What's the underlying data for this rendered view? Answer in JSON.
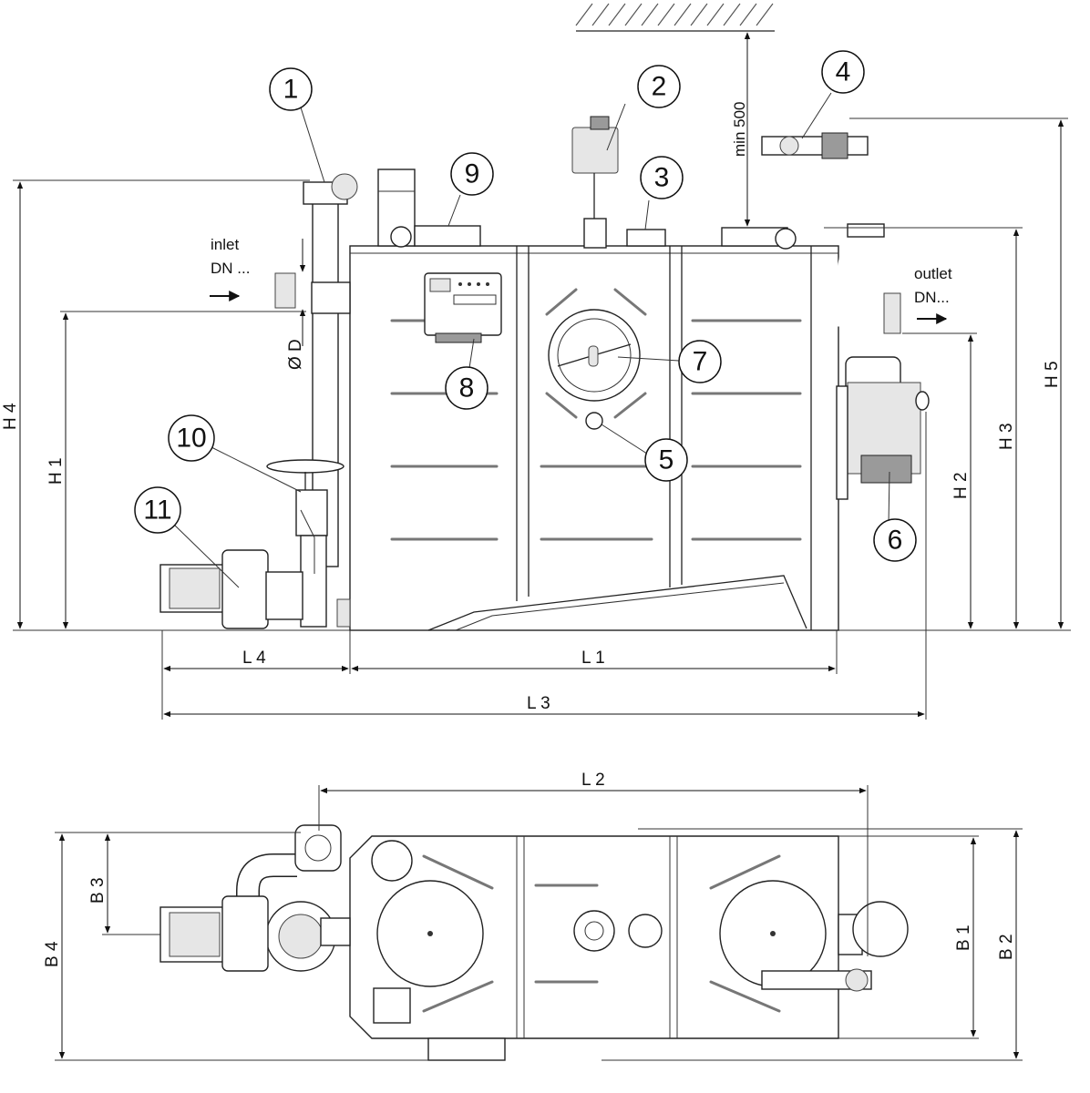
{
  "callouts": [
    {
      "id": "callout-1",
      "text": "1"
    },
    {
      "id": "callout-2",
      "text": "2"
    },
    {
      "id": "callout-3",
      "text": "3"
    },
    {
      "id": "callout-4",
      "text": "4"
    },
    {
      "id": "callout-5",
      "text": "5"
    },
    {
      "id": "callout-6",
      "text": "6"
    },
    {
      "id": "callout-7",
      "text": "7"
    },
    {
      "id": "callout-8",
      "text": "8"
    },
    {
      "id": "callout-9",
      "text": "9"
    },
    {
      "id": "callout-10",
      "text": "10"
    },
    {
      "id": "callout-11",
      "text": "11"
    }
  ],
  "labels": {
    "inlet_1": "inlet",
    "inlet_2": "DN ...",
    "outlet_1": "outlet",
    "outlet_2": "DN...",
    "min500": "min 500",
    "od": "Ø D",
    "h1": "H 1",
    "h2": "H 2",
    "h3": "H 3",
    "h4": "H 4",
    "h5": "H 5",
    "l1": "L 1",
    "l2": "L 2",
    "l3": "L 3",
    "l4": "L 4",
    "b1": "B 1",
    "b2": "B 2",
    "b3": "B 3",
    "b4": "B 4"
  }
}
